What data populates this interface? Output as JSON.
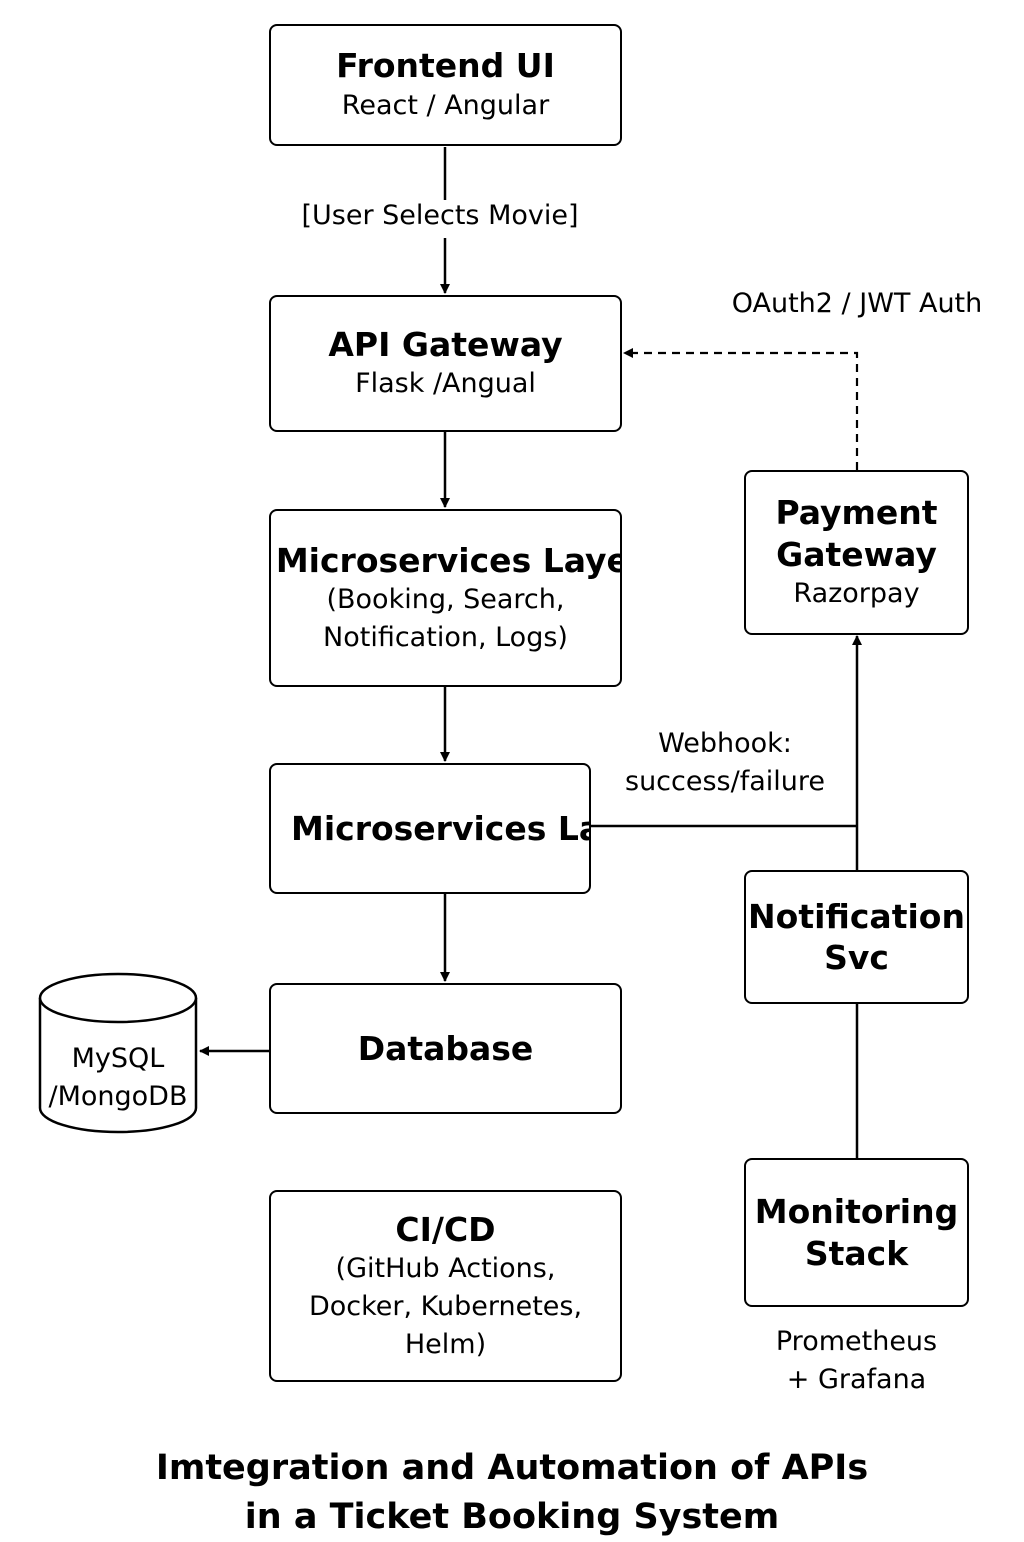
{
  "nodes": {
    "frontend": {
      "title": "Frontend UI",
      "sub": "React / Angular"
    },
    "api_gateway": {
      "title": "API Gateway",
      "sub": "Flask /Angual"
    },
    "microservices_1": {
      "title": "Microservices Layer",
      "sub": "(Booking, Search,\nNotification, Logs)"
    },
    "microservices_2": {
      "title": "Microservices Layer"
    },
    "database": {
      "title": "Database"
    },
    "db_store": {
      "label": "MySQL\n/MongoDB"
    },
    "cicd": {
      "title": "CI/CD",
      "sub": "(GitHub Actions,\nDocker, Kubernetes,\nHelm)"
    },
    "payment": {
      "title": "Payment\nGateway",
      "sub": "Razorpay"
    },
    "notification": {
      "title": "Notification\nSvc"
    },
    "monitoring": {
      "title": "Monitoring\nStack"
    }
  },
  "edge_labels": {
    "user_selects": "[User Selects Movie]",
    "oauth": "OAuth2 / JWT Auth",
    "webhook": "Webhook:\nsuccess/failure",
    "monitoring_tools": "Prometheus\n+ Grafana"
  },
  "title": "Imtegration and Automation of APIs\nin a Ticket Booking System"
}
